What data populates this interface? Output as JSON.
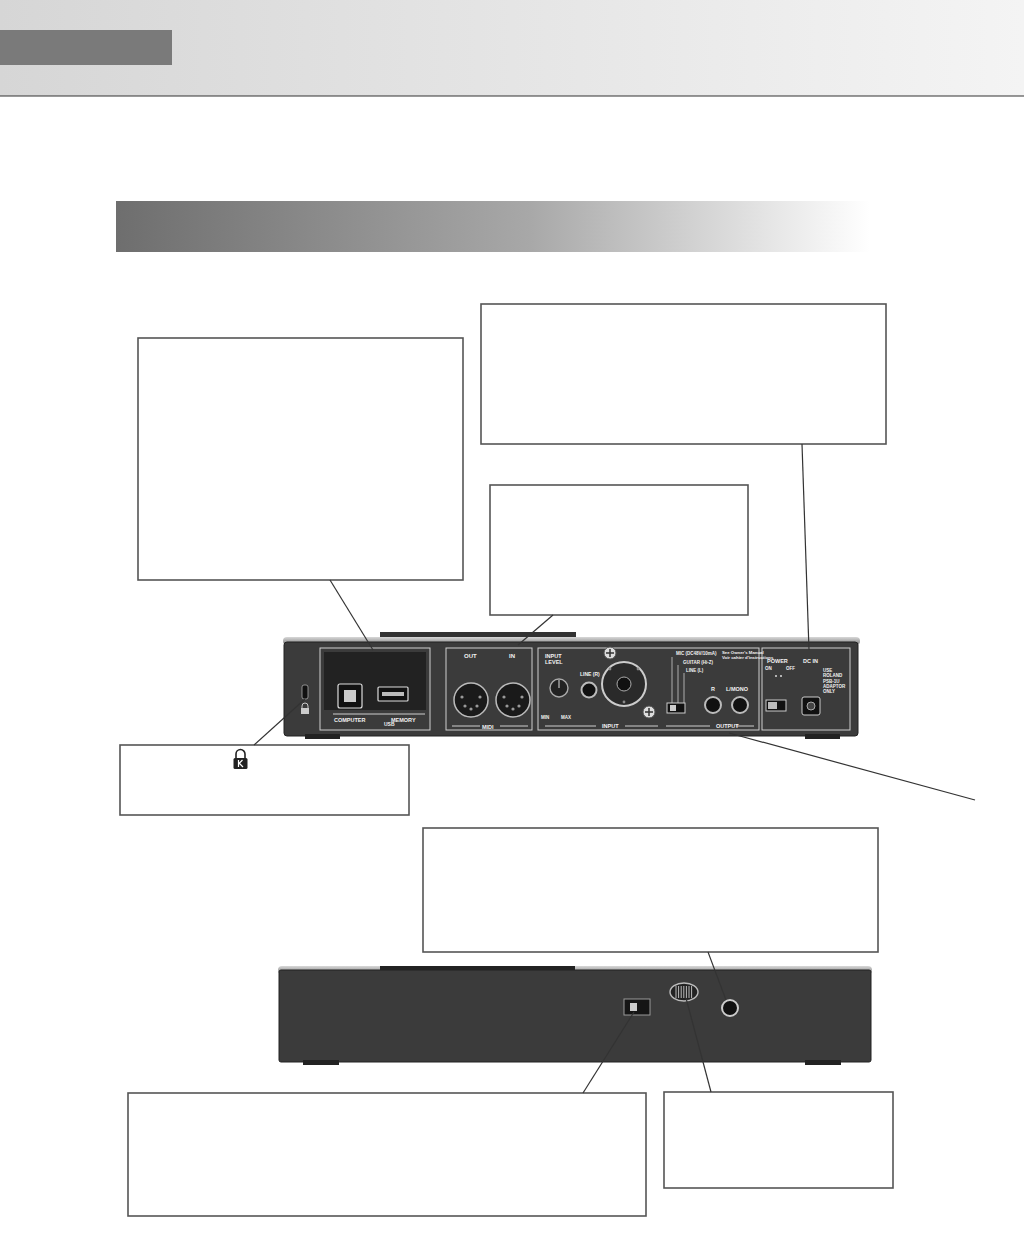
{
  "diagram": {
    "labels": [
      "COMPUTER",
      "USB",
      "MEMORY",
      "OUT",
      "IN",
      "MIDI",
      "INPUT LEVEL",
      "MIN",
      "MAX",
      "LINE (R)",
      "MIC (DC48V/10mA)",
      "See Owner's Manual",
      "Voir cahier d'instructions",
      "GUITAR (Hi-Z)",
      "LINE (L)",
      "R",
      "L/MONO",
      "INPUT",
      "OUTPUT",
      "POWER",
      "ON",
      "OFF",
      "DC IN",
      "USE ROLAND PSB-1U ADAPTOR ONLY"
    ]
  }
}
